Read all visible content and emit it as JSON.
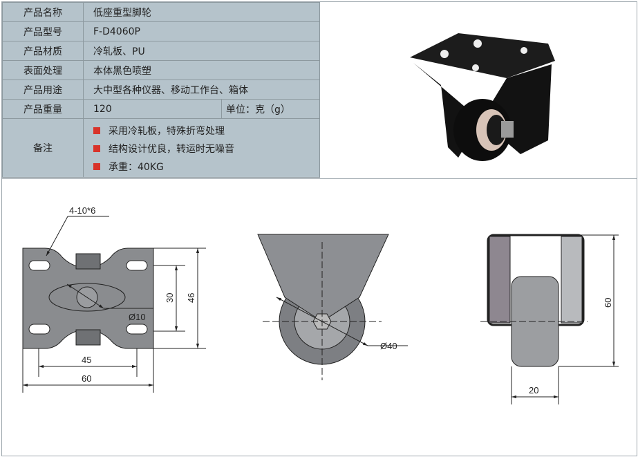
{
  "specs": {
    "name": {
      "label": "产品名称",
      "value": "低座重型脚轮"
    },
    "model": {
      "label": "产品型号",
      "value": "F-D4060P"
    },
    "material": {
      "label": "产品材质",
      "value": "冷轧板、PU"
    },
    "surface": {
      "label": "表面处理",
      "value": "本体黑色喷塑"
    },
    "usage": {
      "label": "产品用途",
      "value": "大中型各种仪器、移动工作台、箱体"
    },
    "weight": {
      "label": "产品重量",
      "value": "120",
      "unit": "单位：克（g）"
    },
    "notes": {
      "label": "备注",
      "items": [
        "采用冷轧板，特殊折弯处理",
        "结构设计优良，转运时无噪音",
        "承重：40KG"
      ]
    }
  },
  "drawing": {
    "top": {
      "holes": "4-10*6",
      "dia": "10",
      "d30": "30",
      "d46": "46",
      "d45": "45",
      "d60": "60"
    },
    "front": {
      "dia": "40"
    },
    "side": {
      "height": "60",
      "width": "20"
    }
  },
  "colors": {
    "table_bg": "#b5c3cb",
    "bullet": "#d8332a"
  }
}
